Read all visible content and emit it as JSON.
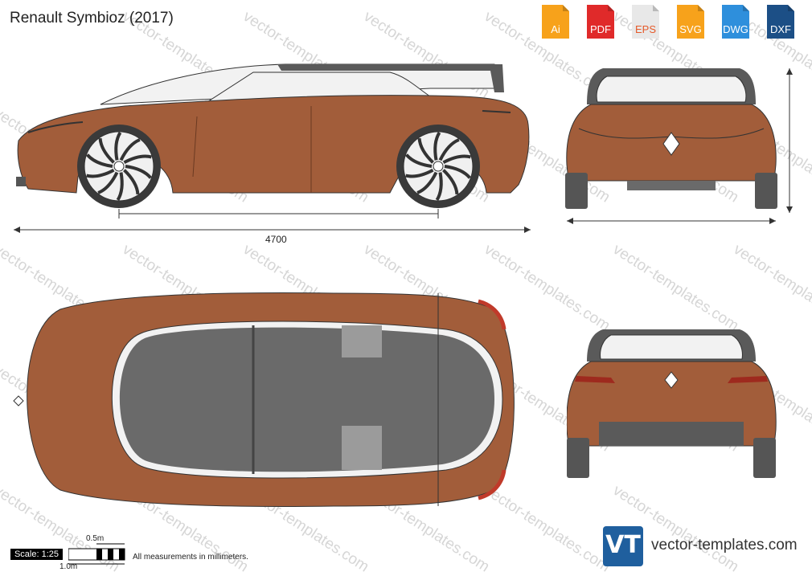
{
  "title": "Renault Symbioz (2017)",
  "formats": [
    {
      "label": "Ai",
      "color": "#f7a21b"
    },
    {
      "label": "PDF",
      "color": "#e02a2a"
    },
    {
      "label": "EPS",
      "color": "#e8e8e8"
    },
    {
      "label": "SVG",
      "color": "#f7a21b"
    },
    {
      "label": "DWG",
      "color": "#2e8fdc"
    },
    {
      "label": "DXF",
      "color": "#1c4f86"
    }
  ],
  "dimensions": {
    "length": "4700"
  },
  "scale": {
    "label": "Scale: 1:25",
    "half_meter": "0.5m",
    "meter": "1.0m"
  },
  "note": "All measurements in millimeters.",
  "watermark_text": "vector-templates.com",
  "brand": {
    "logo_text": "VT",
    "site": "vector-templates.com"
  },
  "colors": {
    "body": "#a25d3a",
    "glass": "#f2f2f2",
    "interior": "#6a6a6a",
    "trim": "#585858"
  }
}
